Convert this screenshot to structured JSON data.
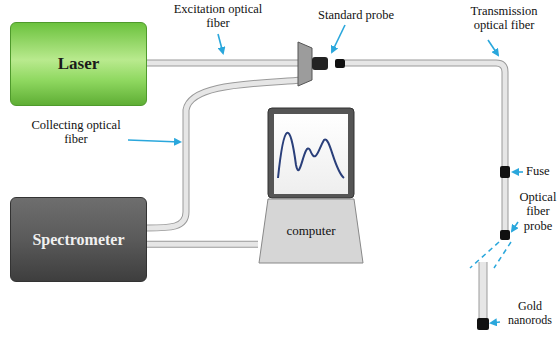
{
  "diagram": {
    "nodes": [
      {
        "text": [
          "Laser"
        ]
      },
      {
        "text": [
          "Spectrometer"
        ]
      },
      {
        "text": [
          "computer"
        ]
      }
    ],
    "edges": [
      {
        "from": 1,
        "to": 2,
        "arrow": "none"
      }
    ],
    "labels": [
      "Excitation optical fiber",
      "Standard probe",
      "Transmission optical fiber",
      "Collecting optical fiber",
      "Fuse",
      "Optical fiber probe",
      "Gold nanorods"
    ]
  }
}
